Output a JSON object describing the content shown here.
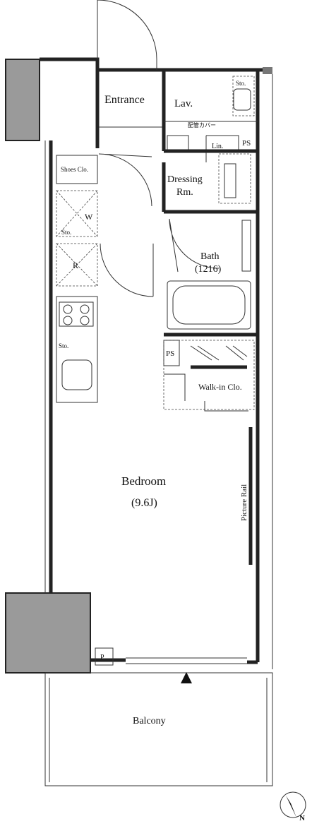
{
  "rooms": {
    "entrance": "Entrance",
    "lav": "Lav.",
    "sto_lav": "Sto.",
    "pipe_note": "配管カバー",
    "lin": "Lin.",
    "ps_upper": "PS",
    "shoes": "Shoes Clo.",
    "dressing_1": "Dressing",
    "dressing_2": "Rm.",
    "washer": "W",
    "sto_washer": "Sto.",
    "fridge": "R",
    "bath_1": "Bath",
    "bath_2": "(1216)",
    "sto_kitchen": "Sto.",
    "ps_lower": "PS",
    "walkin": "Walk-in Clo.",
    "bedroom_1": "Bedroom",
    "bedroom_2": "(9.6J)",
    "picture_rail": "Picture Rail",
    "p_box": "P",
    "balcony": "Balcony",
    "north": "N"
  }
}
